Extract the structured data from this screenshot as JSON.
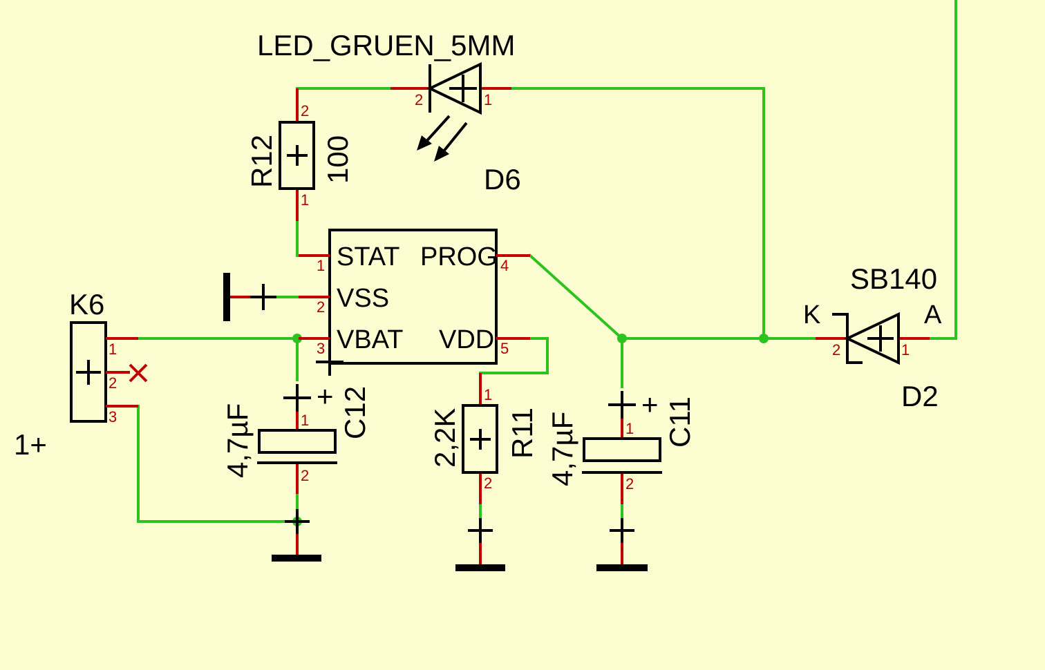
{
  "schematic": {
    "led": {
      "value": "LED_GRUEN_5MM",
      "ref": "D6",
      "pin_a": "2",
      "pin_b": "1"
    },
    "r12": {
      "ref": "R12",
      "value": "100",
      "pin_top": "2",
      "pin_bottom": "1"
    },
    "ic": {
      "pins": {
        "stat": "STAT",
        "vss": "VSS",
        "vbat": "VBAT",
        "prog": "PROG",
        "vdd": "VDD"
      },
      "nums": {
        "p1": "1",
        "p2": "2",
        "p3": "3",
        "p4": "4",
        "p5": "5"
      }
    },
    "k6": {
      "ref": "K6",
      "label": "1+",
      "p1": "1",
      "p2": "2",
      "p3": "3"
    },
    "c12": {
      "ref": "C12",
      "value": "4,7µF",
      "plus": "+",
      "p1": "1",
      "p2": "2"
    },
    "r11": {
      "ref": "R11",
      "value": "2,2K",
      "p1": "1",
      "p2": "2"
    },
    "c11": {
      "ref": "C11",
      "value": "4,7µF",
      "plus": "+",
      "p1": "1",
      "p2": "2"
    },
    "d2": {
      "ref": "D2",
      "value": "SB140",
      "k": "K",
      "a": "A",
      "p2": "2",
      "p1": "1"
    }
  },
  "colors": {
    "background": "#fdfdd2",
    "wire": "#2ec21e",
    "lead": "#c00000",
    "component": "#000000"
  }
}
